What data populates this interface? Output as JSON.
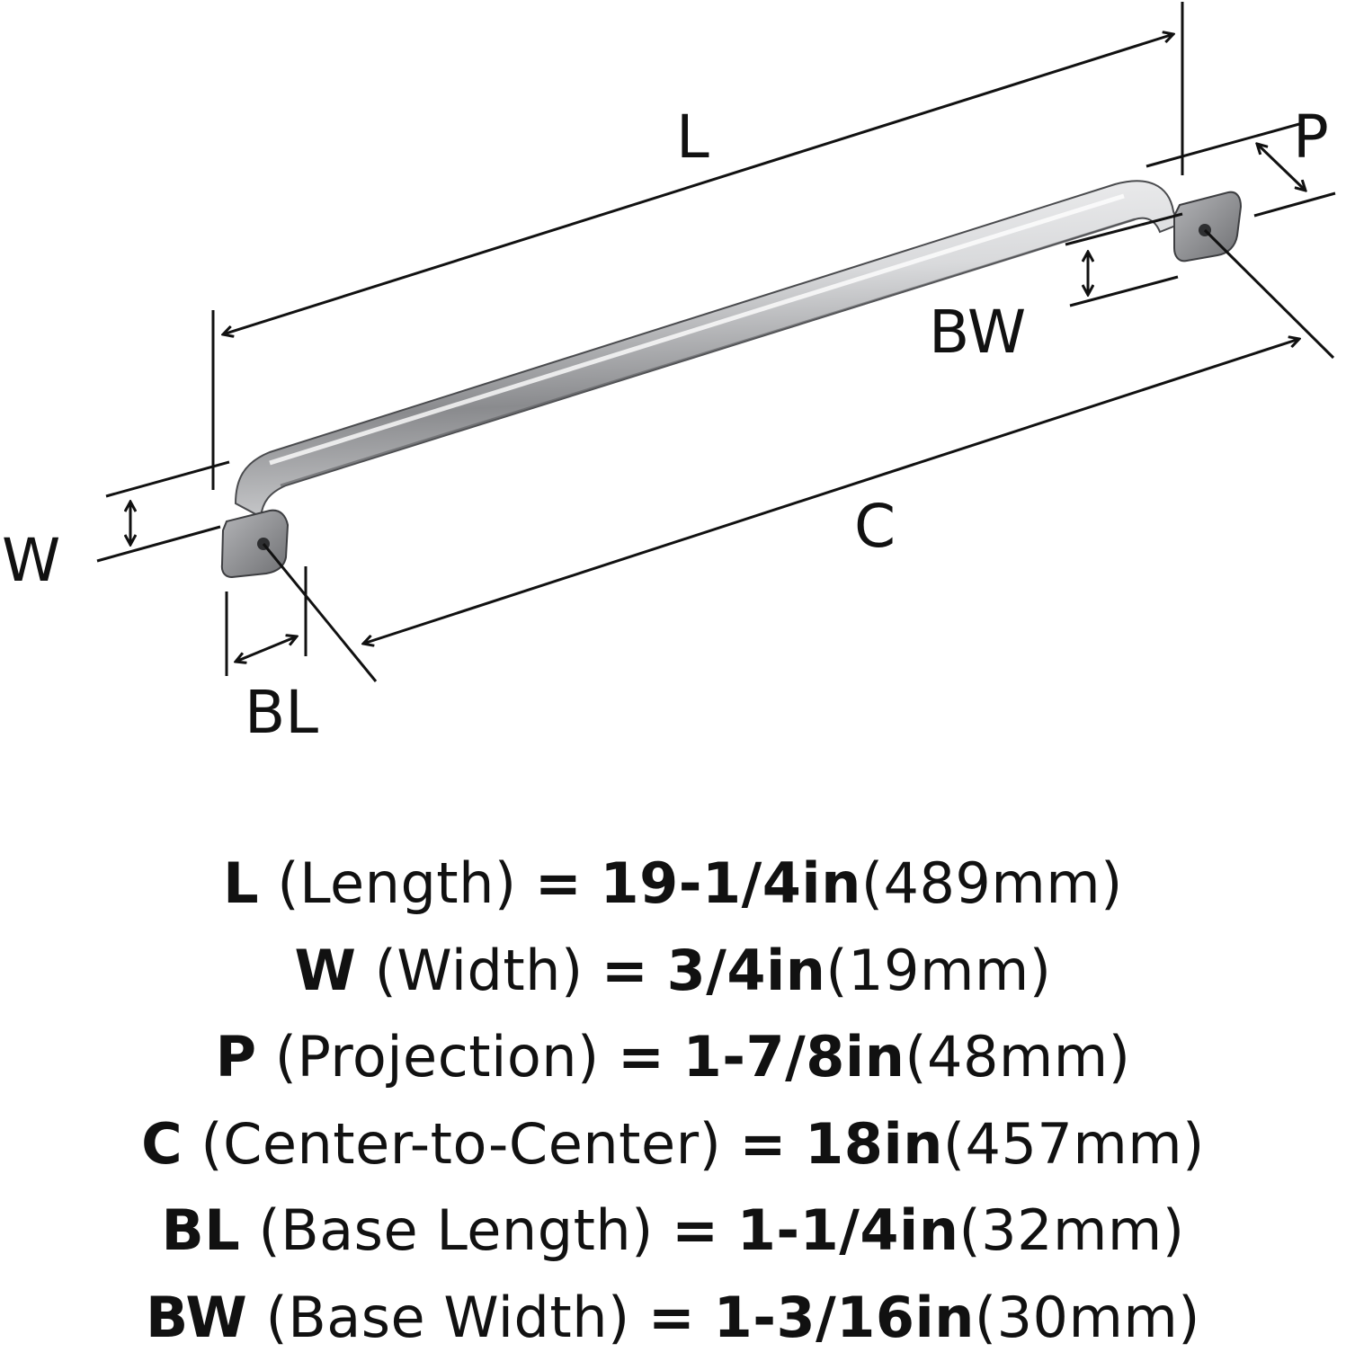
{
  "diagram": {
    "labels": {
      "L": "L",
      "P": "P",
      "BW": "BW",
      "W": "W",
      "C": "C",
      "BL": "BL"
    },
    "colors": {
      "ink": "#111111",
      "metal_light": "#e9e9ea",
      "metal_mid": "#b9babc",
      "metal_dark": "#6f7073",
      "base": "#8e8f92"
    }
  },
  "specs": [
    {
      "symbol": "L",
      "name": "(Length)",
      "eq": "=",
      "imperial": "19-1/4in",
      "metric": "(489mm)"
    },
    {
      "symbol": "W",
      "name": "(Width)",
      "eq": "=",
      "imperial": "3/4in",
      "metric": "(19mm)"
    },
    {
      "symbol": "P",
      "name": "(Projection)",
      "eq": "=",
      "imperial": "1-7/8in",
      "metric": "(48mm)"
    },
    {
      "symbol": "C",
      "name": "(Center-to-Center)",
      "eq": "=",
      "imperial": "18in",
      "metric": "(457mm)"
    },
    {
      "symbol": "BL",
      "name": "(Base Length)",
      "eq": "=",
      "imperial": "1-1/4in",
      "metric": "(32mm)"
    },
    {
      "symbol": "BW",
      "name": "(Base Width)",
      "eq": "=",
      "imperial": "1-3/16in",
      "metric": "(30mm)"
    }
  ]
}
